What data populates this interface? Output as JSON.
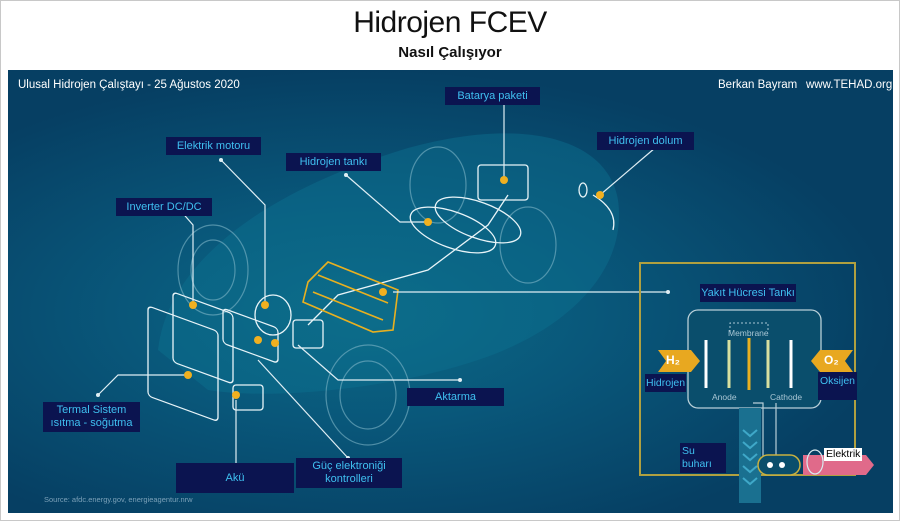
{
  "header": {
    "title": "Hidrojen FCEV",
    "subtitle": "Nasıl Çalışıyor"
  },
  "banner": {
    "event": "Ulusal Hidrojen Çalıştayı - 25 Ağustos 2020",
    "author": "Berkan Bayram",
    "website": "www.TEHAD.org"
  },
  "components": {
    "battery_pack": "Batarya paketi",
    "electric_motor": "Elektrik motoru",
    "hydrogen_tank": "Hidrojen tankı",
    "hydrogen_fill": "Hidrojen dolum",
    "inverter": "Inverter DC/DC",
    "fuel_cell_stack": "Yakıt Hücresi Tankı",
    "transmission": "Aktarma",
    "thermal_system_line1": "Termal Sistem",
    "thermal_system_line2": "ısıtma - soğutma",
    "aux_battery": "Akü",
    "power_electronics_line1": "Güç elektroniği",
    "power_electronics_line2": "kontrolleri"
  },
  "fuel_cell_inset": {
    "membrane": "Membrane",
    "h2": "H₂",
    "o2": "O₂",
    "hydrogen": "Hidrojen",
    "oxygen": "Oksijen",
    "anode": "Anode",
    "cathode": "Cathode",
    "water_vapor_line1": "Su",
    "water_vapor_line2": "buharı",
    "electricity": "Elektrik"
  },
  "source": "Source: afdc.energy.gov, energieagentur.nrw",
  "colors": {
    "panel_bg": "#09577a",
    "label_bg": "#0b1450",
    "label_text": "#3fc0f0",
    "highlight_dot": "#f0b020",
    "fuel_cell_outline": "#e8b020",
    "inset_border": "#b0a040",
    "electric_arrow": "#e06a8a"
  }
}
